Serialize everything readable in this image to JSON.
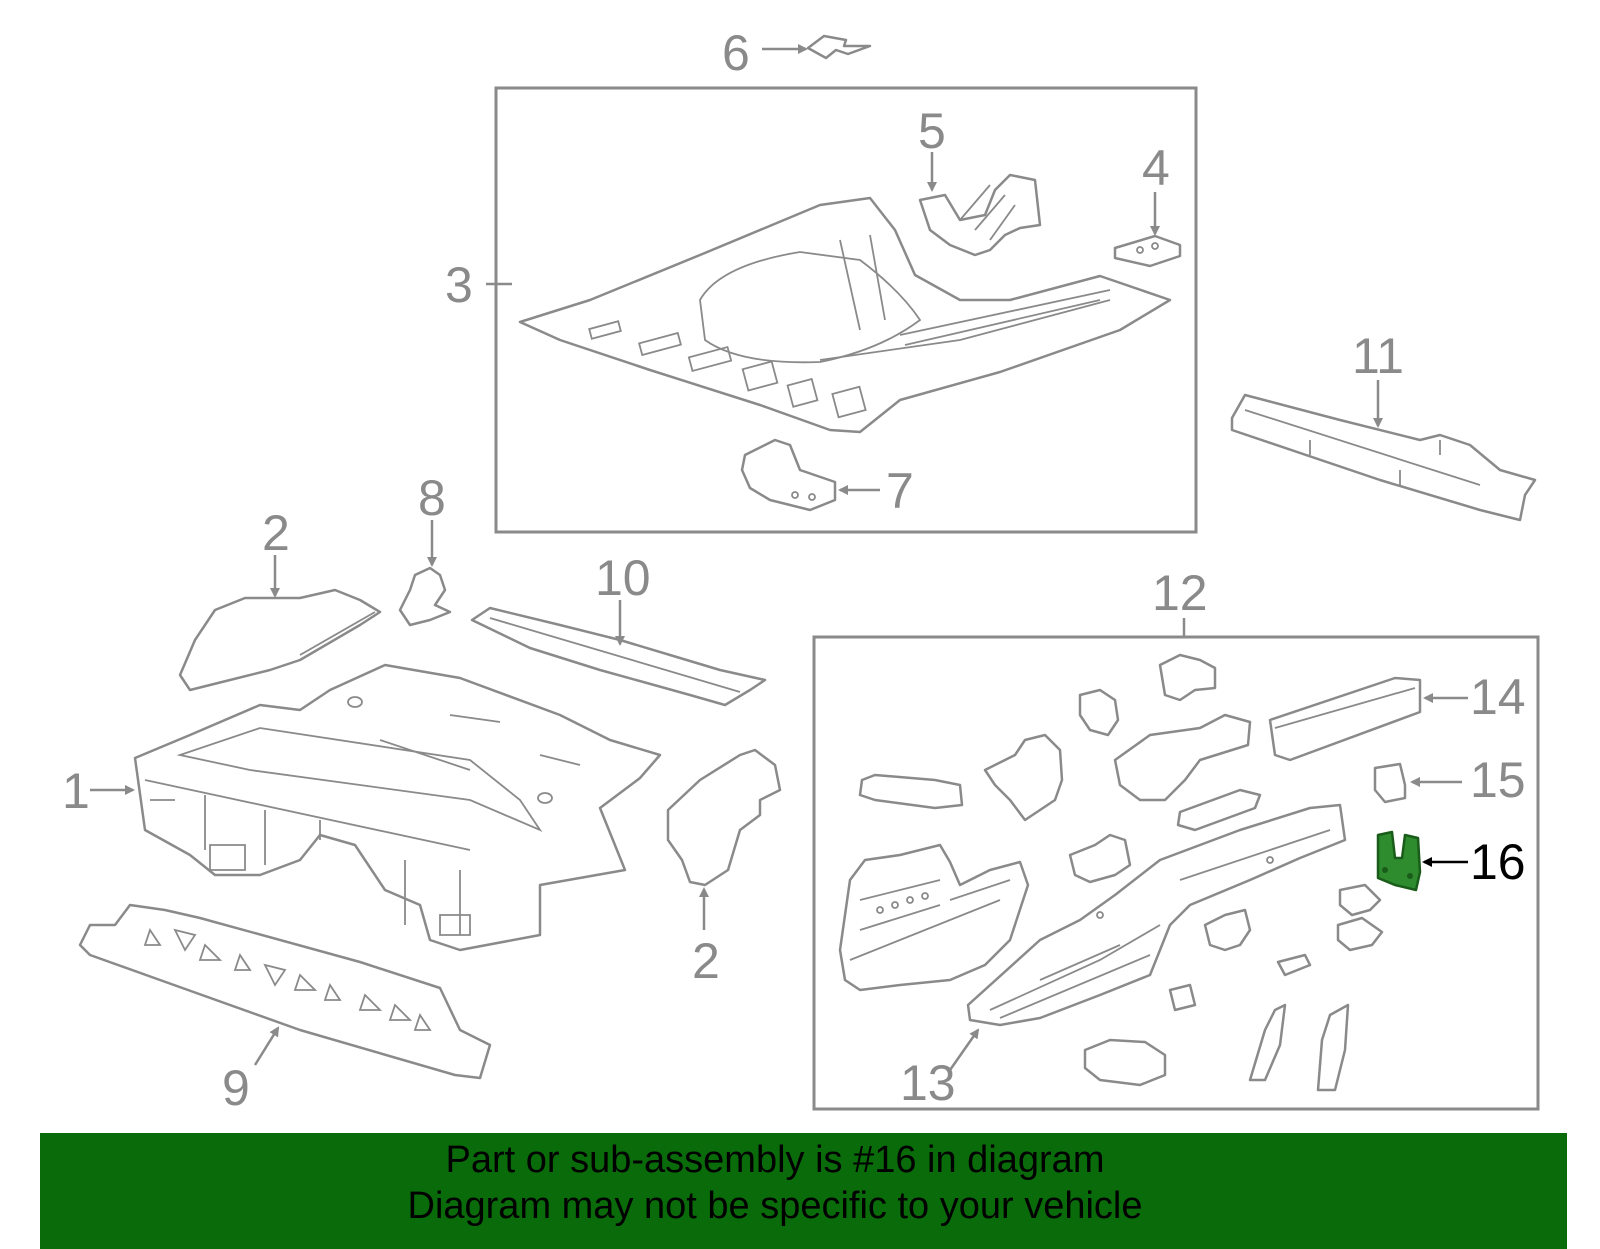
{
  "colors": {
    "line": "#8a8a8a",
    "highlight": "#2e8b2e",
    "banner": "#0a6b0a",
    "text": "#000000"
  },
  "callouts": {
    "n1": "1",
    "n2a": "2",
    "n2b": "2",
    "n3": "3",
    "n4": "4",
    "n5": "5",
    "n6": "6",
    "n7": "7",
    "n8": "8",
    "n9": "9",
    "n10": "10",
    "n11": "11",
    "n12": "12",
    "n13": "13",
    "n14": "14",
    "n15": "15",
    "n16": "16"
  },
  "highlighted_part": "16",
  "banner": {
    "line1": "Part or sub-assembly is #16 in diagram",
    "line2": "Diagram may not be specific to your vehicle"
  }
}
